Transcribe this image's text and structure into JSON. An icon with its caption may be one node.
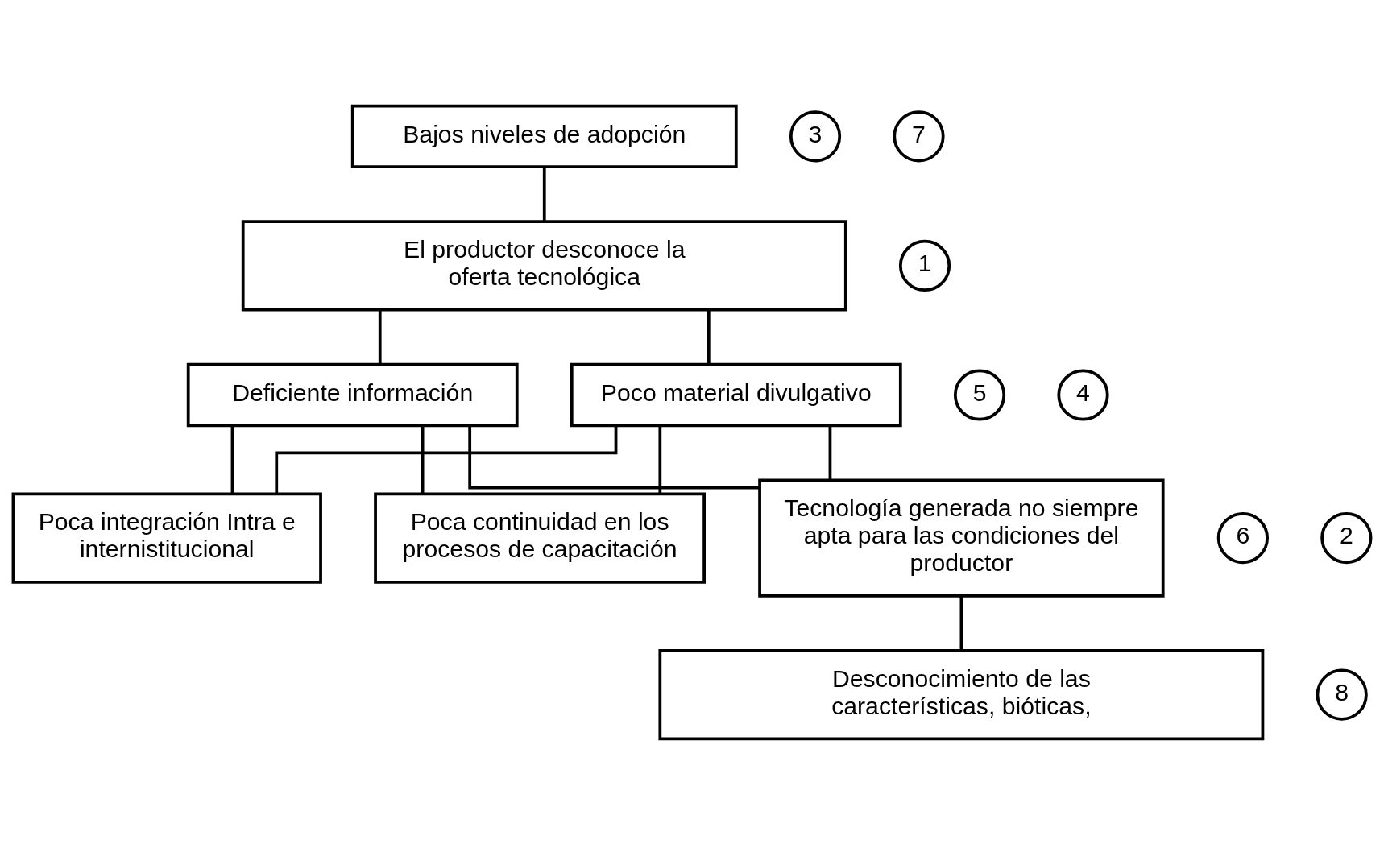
{
  "diagram": {
    "nodes": [
      {
        "text": [
          "Bajos niveles de adopción"
        ]
      },
      {
        "text": [
          "3"
        ]
      },
      {
        "text": [
          "1"
        ]
      },
      {
        "text": [
          "El productor desconoce la oferta tecnológica"
        ]
      },
      {
        "text": [
          "5"
        ]
      },
      {
        "text": [
          "Deficiente información"
        ]
      },
      {
        "text": [
          "4"
        ]
      },
      {
        "text": [
          "Poco material divulgativo"
        ]
      },
      {
        "text": [
          "7"
        ]
      },
      {
        "text": [
          "6"
        ]
      },
      {
        "text": [
          "Poca integración Intra e internistitucional"
        ]
      },
      {
        "text": [
          "Poca continuidad en los procesos de capacitación"
        ]
      },
      {
        "text": [
          "2"
        ]
      },
      {
        "text": [
          "Tecnología generada no siempre apta para las condiciones del productor"
        ]
      },
      {
        "text": [
          "8"
        ]
      },
      {
        "text": [
          "Desconocimiento de las características, bióticas,"
        ]
      }
    ],
    "edges": [
      {
        "from": 0,
        "to": 3,
        "arrow": "none"
      },
      {
        "from": 3,
        "to": 5,
        "arrow": "none"
      },
      {
        "from": 3,
        "to": 7,
        "arrow": "none"
      },
      {
        "from": 5,
        "to": 10,
        "arrow": "none"
      },
      {
        "from": 5,
        "to": 11,
        "arrow": "none"
      },
      {
        "from": 5,
        "to": 13,
        "arrow": "none"
      },
      {
        "from": 7,
        "to": 10,
        "arrow": "none"
      },
      {
        "from": 7,
        "to": 11,
        "arrow": "none"
      },
      {
        "from": 7,
        "to": 13,
        "arrow": "none"
      },
      {
        "from": 13,
        "to": 15,
        "arrow": "none"
      }
    ]
  }
}
